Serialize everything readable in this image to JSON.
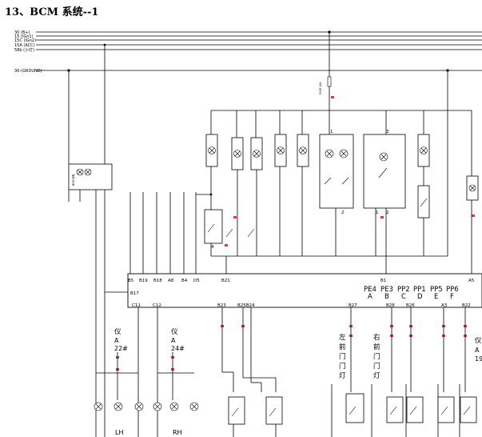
{
  "title": "13、BCM 系统--1",
  "bus_labels": [
    "30 (B+)",
    "15 (IGn1)",
    "15C (IGn2)",
    "15A (ACC)",
    "58b (小灯)"
  ],
  "ground_label": "30-(GROUND)",
  "fuse_label": "FUSE 10A",
  "relay_label": "BCM 继电",
  "module_pins_top": [
    "B5",
    "B19",
    "B18",
    "A8",
    "B4",
    "D5",
    "B21",
    "B1",
    "A5"
  ],
  "module_pin_left": "B17",
  "module_pins_bottom": [
    "C11",
    "C12",
    "B23",
    "B25B24",
    "B27",
    "B28",
    "B26",
    "A3",
    "B22"
  ],
  "pe_labels": [
    "PE4",
    "PE3",
    "PP2",
    "PP1",
    "PP5",
    "PP6"
  ],
  "abc_labels": [
    "A",
    "B",
    "C",
    "D",
    "E",
    "F"
  ],
  "fuse_yi": [
    "仪",
    "仪",
    "仪"
  ],
  "fuse_a22": [
    "A",
    "22#"
  ],
  "fuse_a24": [
    "A",
    "24#"
  ],
  "fuse_a19": [
    "A",
    "19"
  ],
  "door_lamp_left": [
    "左",
    "前",
    "门",
    "门",
    "灯"
  ],
  "door_lamp_right": [
    "右",
    "前",
    "门",
    "门",
    "灯"
  ],
  "lh": "LH",
  "rh": "RH"
}
